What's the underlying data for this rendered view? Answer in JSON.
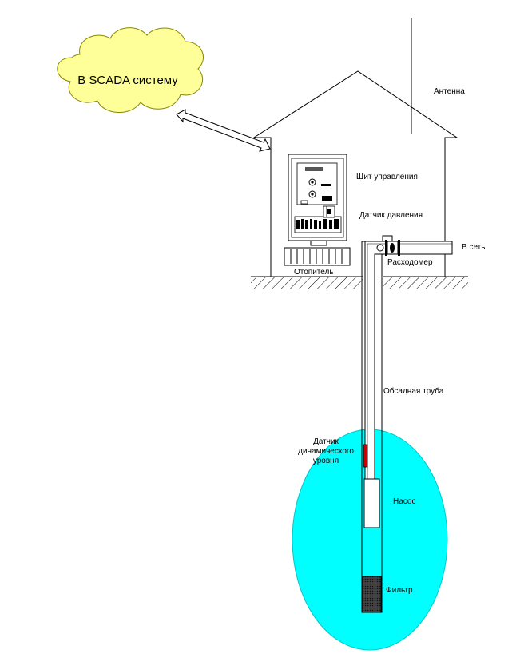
{
  "labels": {
    "cloud": "В SCADA систему",
    "antenna": "Антенна",
    "control_panel": "Щит управления",
    "pressure_sensor": "Датчик давления",
    "to_network": "В сеть",
    "flowmeter": "Расходомер",
    "heater": "Отопитель",
    "casing_pipe": "Обсадная труба",
    "level_sensor_line1": "Датчик",
    "level_sensor_line2": "динамического",
    "level_sensor_line3": "уровня",
    "pump": "Насос",
    "filter": "Фильтр"
  },
  "colors": {
    "cloud_fill": "#ffff99",
    "water_fill": "#00ffff",
    "level_sensor": "#cc0000",
    "filter_fill": "#333333",
    "line": "#000000"
  }
}
